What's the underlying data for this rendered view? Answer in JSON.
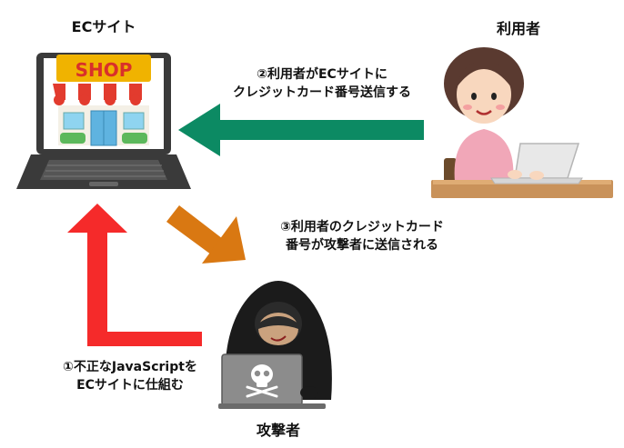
{
  "nodes": {
    "ec_site": {
      "label": "ECサイト"
    },
    "user": {
      "label": "利用者"
    },
    "attacker": {
      "label": "攻撃者"
    }
  },
  "shop_sign": "SHOP",
  "steps": {
    "step1": {
      "line1": "①不正なJavaScriptを",
      "line2": "ECサイトに仕組む"
    },
    "step2": {
      "line1": "②利用者がECサイトに",
      "line2": "クレジットカード番号送信する"
    },
    "step3": {
      "line1": "③利用者のクレジットカード",
      "line2": "番号が攻撃者に送信される"
    }
  },
  "colors": {
    "arrow_inject": "#f52a2a",
    "arrow_send": "#0c8a63",
    "arrow_leak": "#d97812",
    "laptop_body": "#3a3a3a",
    "shop_sign": "#f0b300",
    "awning_red": "#e23b2e",
    "desk": "#c9925a",
    "user_shirt": "#f1a7b8",
    "hoodie": "#1b1b1b"
  }
}
